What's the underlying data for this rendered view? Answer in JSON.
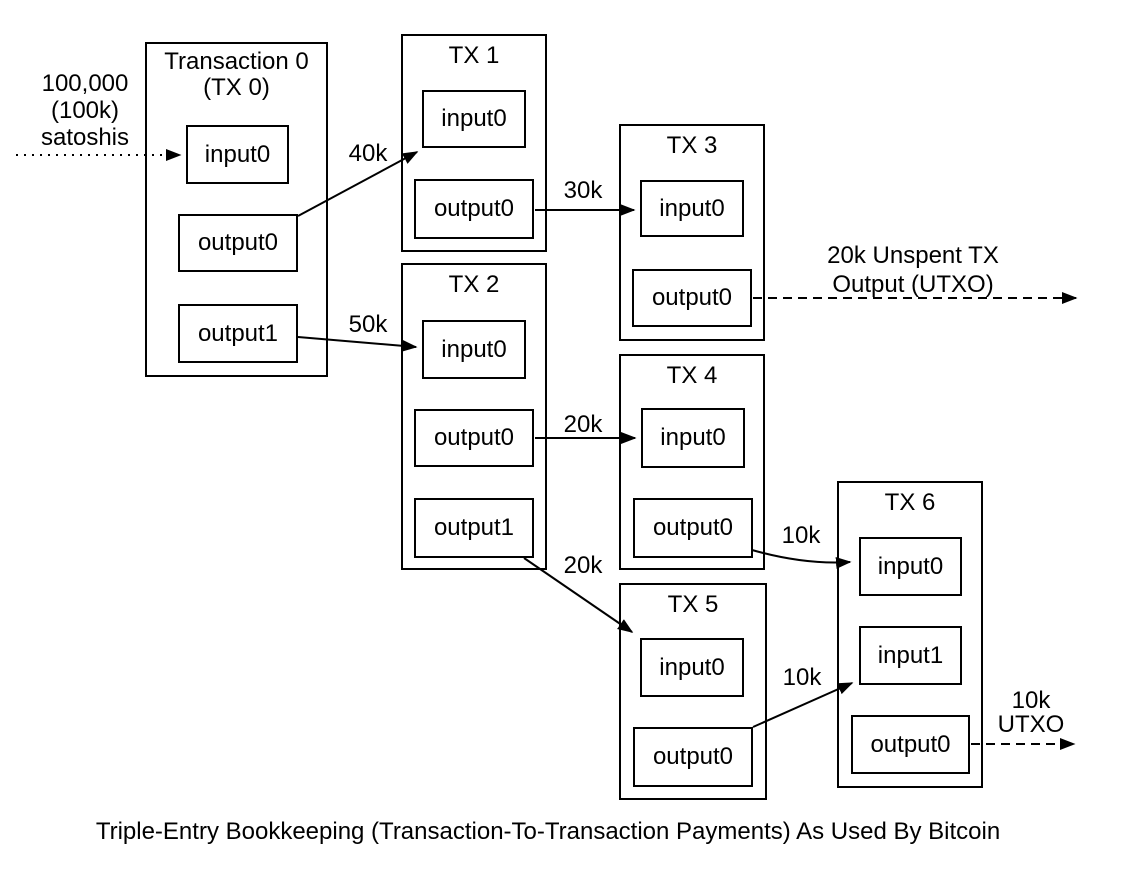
{
  "diagram": {
    "source_note": {
      "lines": [
        "100,000",
        "(100k)",
        "satoshis"
      ]
    },
    "transactions": [
      {
        "title": "Transaction 0",
        "subtitle": "(TX 0)",
        "slots": [
          "input0",
          "output0",
          "output1"
        ]
      },
      {
        "title": "TX 1",
        "slots": [
          "input0",
          "output0"
        ]
      },
      {
        "title": "TX 2",
        "slots": [
          "input0",
          "output0",
          "output1"
        ]
      },
      {
        "title": "TX 3",
        "slots": [
          "input0",
          "output0"
        ]
      },
      {
        "title": "TX 4",
        "slots": [
          "input0",
          "output0"
        ]
      },
      {
        "title": "TX 5",
        "slots": [
          "input0",
          "output0"
        ]
      },
      {
        "title": "TX 6",
        "slots": [
          "input0",
          "input1",
          "output0"
        ]
      }
    ],
    "flow_labels": [
      {
        "label": "40k",
        "from": "Transaction 0 output0",
        "to": "TX 1 input0"
      },
      {
        "label": "50k",
        "from": "Transaction 0 output1",
        "to": "TX 2 input0"
      },
      {
        "label": "30k",
        "from": "TX 1 output0",
        "to": "TX 3 input0"
      },
      {
        "label": "20k",
        "from": "TX 2 output0",
        "to": "TX 4 input0"
      },
      {
        "label": "20k",
        "from": "TX 2 output1",
        "to": "TX 5 input0"
      },
      {
        "label": "10k",
        "from": "TX 4 output0",
        "to": "TX 6 input0"
      },
      {
        "label": "10k",
        "from": "TX 5 output0",
        "to": "TX 6 input1"
      }
    ],
    "utxo_labels": [
      {
        "line1": "20k Unspent TX",
        "line2": "Output (UTXO)",
        "from": "TX 3 output0"
      },
      {
        "line1": "10k",
        "line2": "UTXO",
        "from": "TX 6 output0"
      }
    ],
    "caption": "Triple-Entry Bookkeeping (Transaction-To-Transaction Payments) As Used By Bitcoin",
    "colors": {
      "line": "#000000",
      "background": "#ffffff",
      "text": "#000000"
    }
  }
}
